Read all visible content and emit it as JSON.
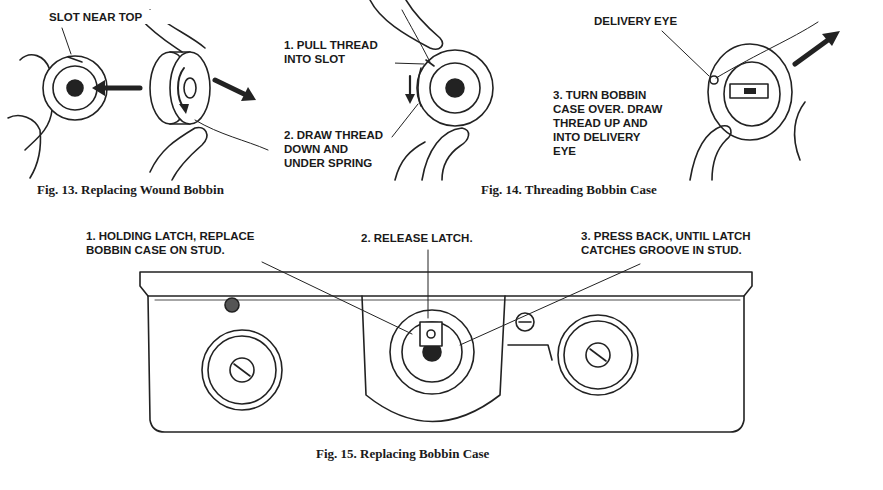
{
  "diagram": {
    "labels": [
      "SLOT NEAR TOP",
      "1. PULL THREAD INTO SLOT",
      "2. DRAW THREAD DOWN AND UNDER SPRING",
      "DELIVERY EYE",
      "3. TURN BOBBIN CASE OVER. DRAW THREAD UP AND INTO DELIVERY EYE",
      "Fig. 13. Replacing Wound Bobbin",
      "Fig. 14. Threading Bobbin Case",
      "1. HOLDING LATCH, REPLACE BOBBIN CASE ON STUD.",
      "2. RELEASE LATCH.",
      "3. PRESS BACK, UNTIL LATCH CATCHES GROOVE IN STUD.",
      "Fig. 15. Replacing Bobbin Case"
    ]
  }
}
